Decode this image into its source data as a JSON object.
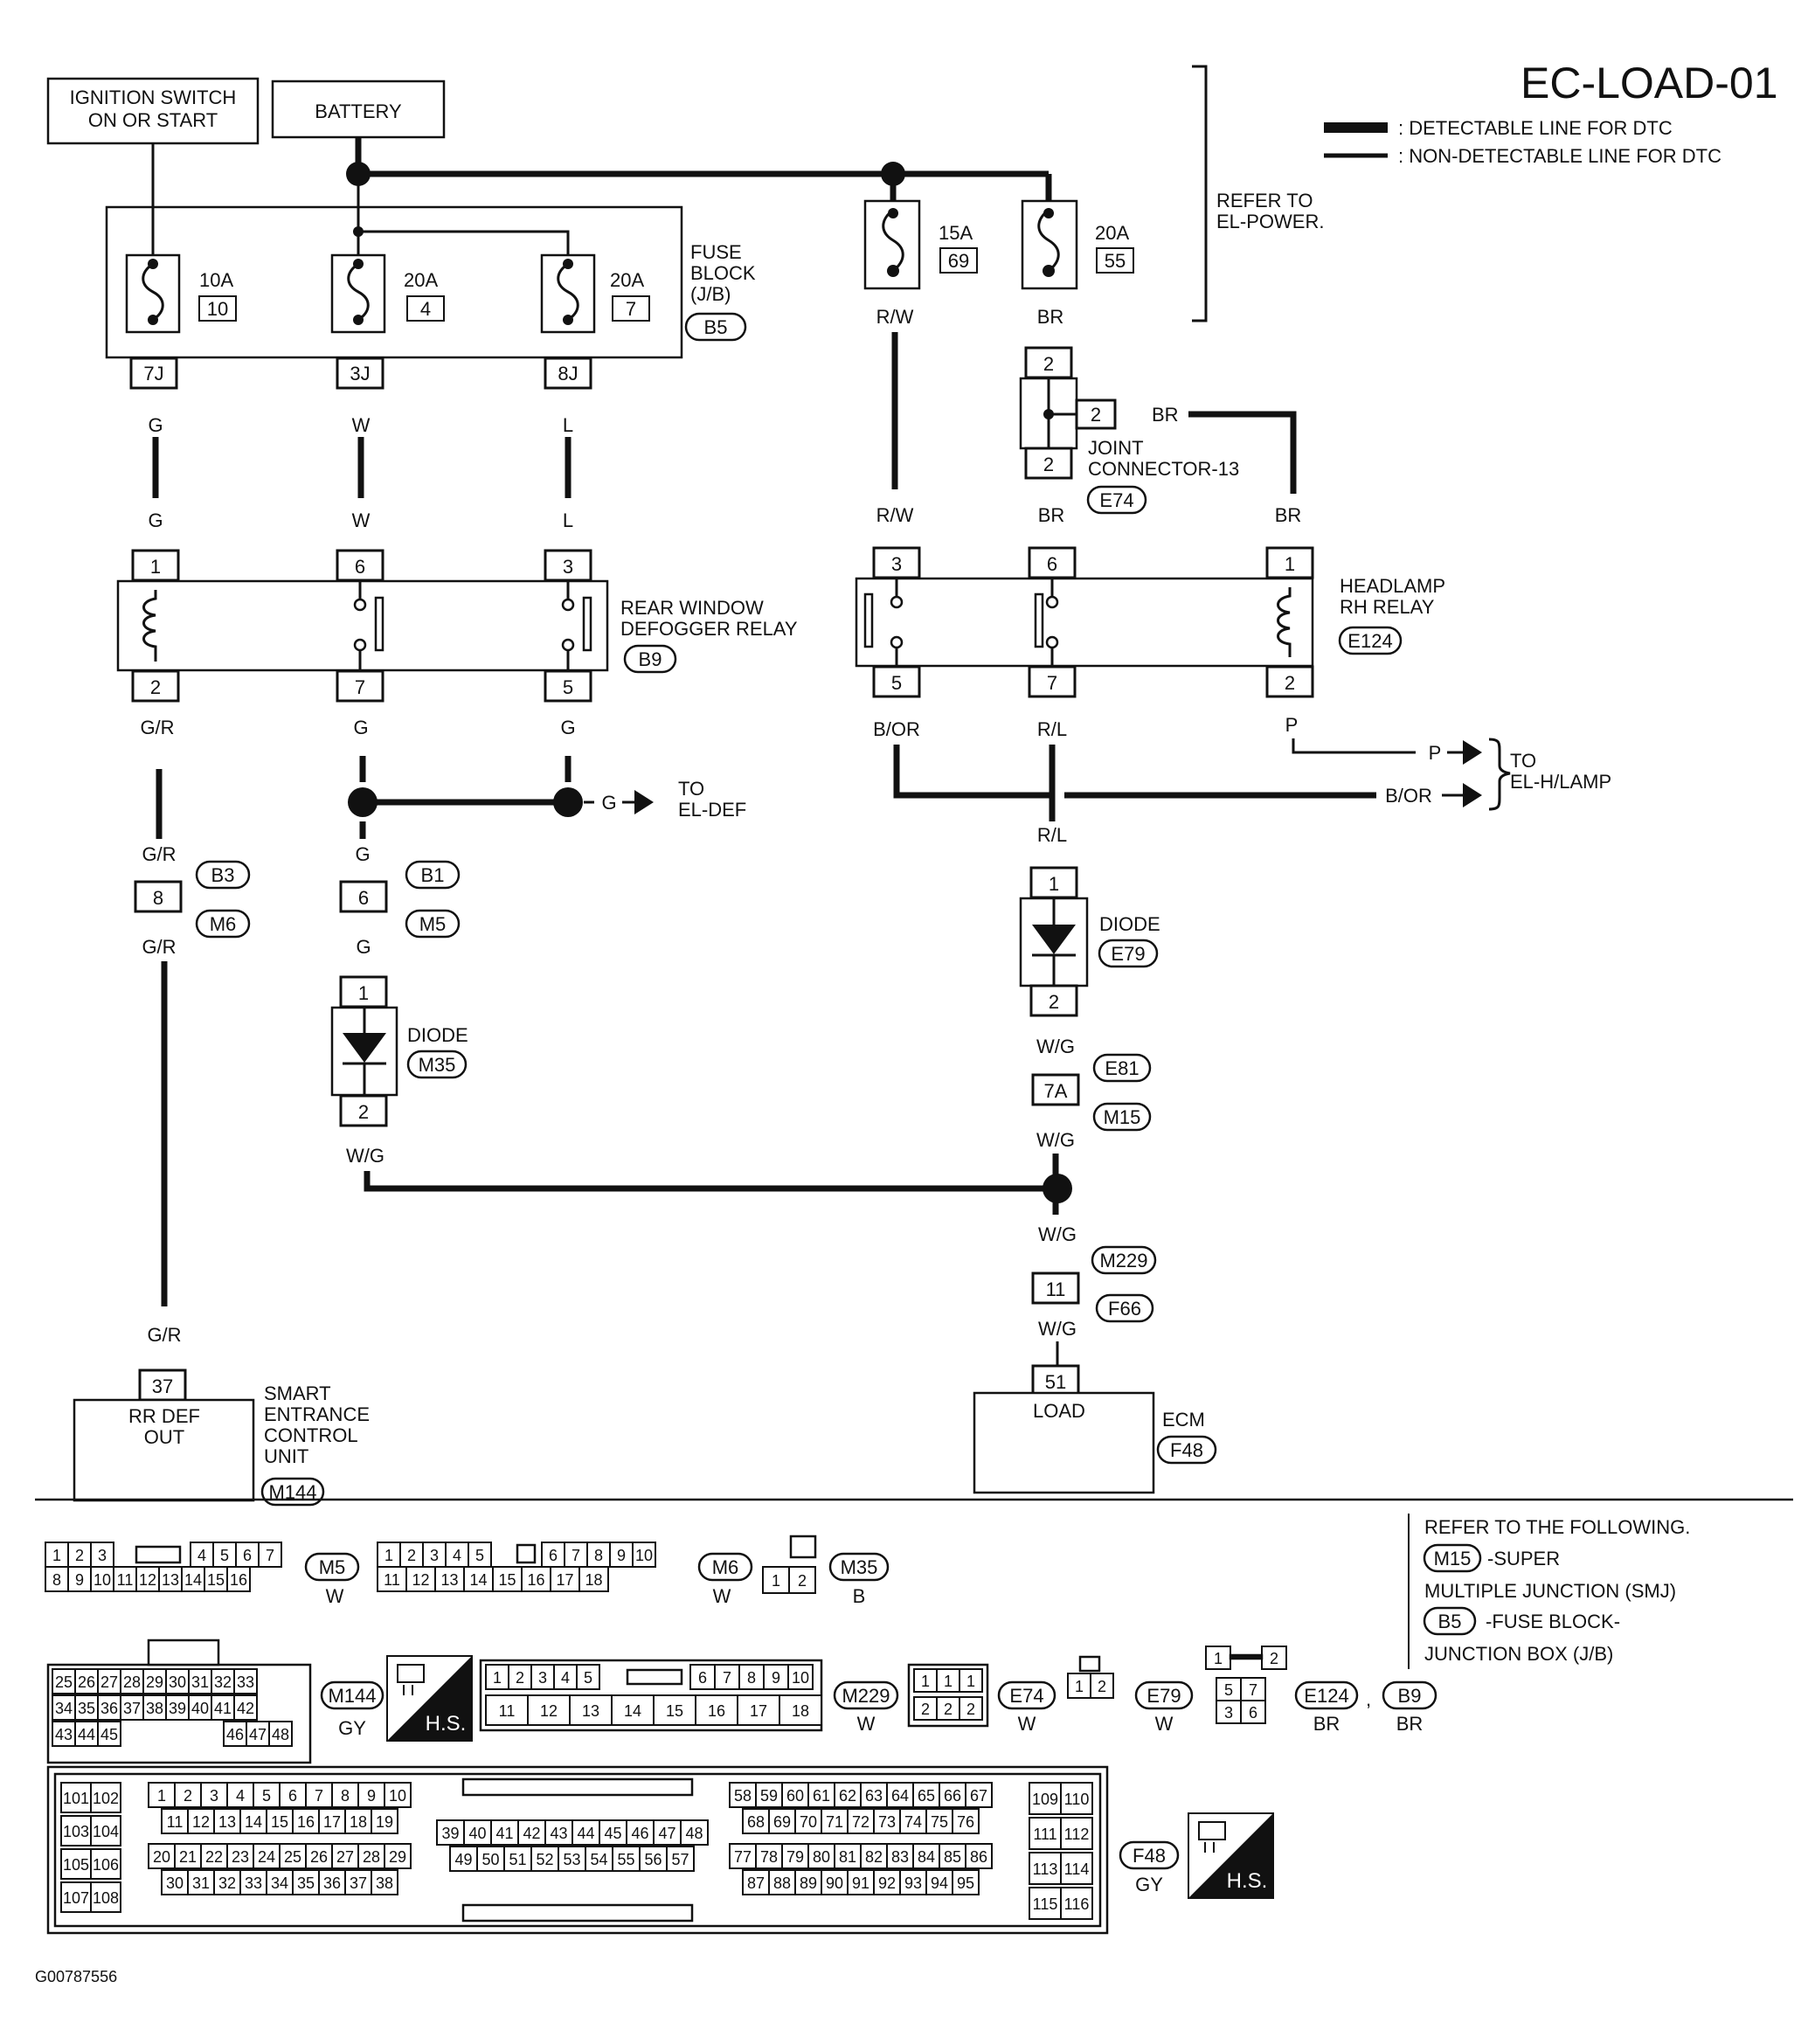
{
  "title": "EC-LOAD-01",
  "legend": {
    "detectable": ": DETECTABLE LINE FOR DTC",
    "non_detectable": ": NON-DETECTABLE LINE FOR DTC"
  },
  "refer_power": [
    "REFER TO",
    "EL-POWER."
  ],
  "sources": {
    "ignition": [
      "IGNITION SWITCH",
      "ON OR START"
    ],
    "battery": "BATTERY"
  },
  "fuse_block": {
    "label": [
      "FUSE",
      "BLOCK",
      "(J/B)"
    ],
    "code": "B5",
    "fuses": [
      {
        "amp": "10A",
        "num": "10",
        "term": "7J",
        "wire": "G"
      },
      {
        "amp": "20A",
        "num": "4",
        "term": "3J",
        "wire": "W"
      },
      {
        "amp": "20A",
        "num": "7",
        "term": "8J",
        "wire": "L"
      }
    ]
  },
  "engine_fuses": [
    {
      "amp": "15A",
      "num": "69",
      "wire": "R/W"
    },
    {
      "amp": "20A",
      "num": "55",
      "wire": "BR"
    }
  ],
  "joint_connector": {
    "label": [
      "JOINT",
      "CONNECTOR-13"
    ],
    "code": "E74",
    "pins": [
      "2",
      "2",
      "2"
    ],
    "wire": "BR"
  },
  "rear_relay": {
    "label": [
      "REAR WINDOW",
      "DEFOGGER RELAY"
    ],
    "code": "B9",
    "top_pins": [
      "1",
      "6",
      "3"
    ],
    "bottom_pins": [
      "2",
      "7",
      "5"
    ],
    "in_wires": [
      "G",
      "W",
      "L"
    ],
    "out_wires": [
      "G/R",
      "G",
      "G"
    ]
  },
  "headlamp_relay": {
    "label": [
      "HEADLAMP",
      "RH RELAY"
    ],
    "code": "E124",
    "top_pins": [
      "3",
      "6",
      "1"
    ],
    "bottom_pins": [
      "5",
      "7",
      "2"
    ],
    "in_wires": [
      "R/W",
      "BR",
      "BR"
    ],
    "out_wires": [
      "B/OR",
      "R/L",
      "P"
    ]
  },
  "to_el_def": {
    "wire": "G",
    "label": [
      "TO",
      "EL-DEF"
    ]
  },
  "to_el_hlamp": {
    "wires": [
      "P",
      "B/OR"
    ],
    "label": [
      "TO",
      "EL-H/LAMP"
    ]
  },
  "left_chain": {
    "wire_a": "G/R",
    "pin": "8",
    "code_top": "B3",
    "code_bottom": "M6",
    "wire_b": "G/R",
    "wire_end": "G/R",
    "pin_end": "37"
  },
  "mid_chain": {
    "wire_a": "G",
    "pin": "6",
    "code_top": "B1",
    "code_bottom": "M5",
    "wire_b": "G",
    "diode_label": "DIODE",
    "diode_code": "M35",
    "diode_pins": [
      "1",
      "2"
    ],
    "wire_c": "W/G"
  },
  "right_chain": {
    "wire_a": "R/L",
    "diode_label": "DIODE",
    "diode_code": "E79",
    "diode_pins": [
      "1",
      "2"
    ],
    "wire_b": "W/G",
    "pin": "7A",
    "code_top": "E81",
    "code_bottom": "M15",
    "wire_c": "W/G",
    "wire_d": "W/G",
    "pin2": "11",
    "code2_top": "M229",
    "code2_bottom": "F66",
    "wire_e": "W/G",
    "pin_end": "51"
  },
  "smart_unit": {
    "inner": [
      "RR DEF",
      "OUT"
    ],
    "label": [
      "SMART",
      "ENTRANCE",
      "CONTROL",
      "UNIT"
    ],
    "code": "M144"
  },
  "ecm": {
    "inner": "LOAD",
    "label": "ECM",
    "code": "F48"
  },
  "refer_following": {
    "line1": "REFER TO THE FOLLOWING.",
    "m15_code": "M15",
    "m15_text": "-SUPER",
    "line3": "MULTIPLE JUNCTION (SMJ)",
    "b5_code": "B5",
    "b5_text": "-FUSE BLOCK-",
    "line5": "JUNCTION BOX (J/B)"
  },
  "connectors": {
    "m5": {
      "code": "M5",
      "color": "W",
      "row1": [
        "1",
        "2",
        "3",
        "4",
        "5",
        "6",
        "7"
      ],
      "row2": [
        "8",
        "9",
        "10",
        "11",
        "12",
        "13",
        "14",
        "15",
        "16"
      ]
    },
    "m6": {
      "code": "M6",
      "color": "W",
      "row1": [
        "1",
        "2",
        "3",
        "4",
        "5",
        "6",
        "7",
        "8",
        "9",
        "10"
      ],
      "row2": [
        "11",
        "12",
        "13",
        "14",
        "15",
        "16",
        "17",
        "18"
      ]
    },
    "m35": {
      "code": "M35",
      "color": "B",
      "pins": [
        "1",
        "2"
      ]
    },
    "m144": {
      "code": "M144",
      "color": "GY",
      "row1": [
        "25",
        "26",
        "27",
        "28",
        "29",
        "30",
        "31",
        "32",
        "33"
      ],
      "row2": [
        "34",
        "35",
        "36",
        "37",
        "38",
        "39",
        "40",
        "41",
        "42"
      ],
      "row3": [
        "43",
        "44",
        "45",
        "46",
        "47",
        "48"
      ]
    },
    "m229": {
      "code": "M229",
      "color": "W",
      "row1": [
        "1",
        "2",
        "3",
        "4",
        "5",
        "6",
        "7",
        "8",
        "9",
        "10"
      ],
      "row2": [
        "11",
        "12",
        "13",
        "14",
        "15",
        "16",
        "17",
        "18"
      ]
    },
    "e74": {
      "code": "E74",
      "color": "W",
      "row1": [
        "1",
        "1",
        "1"
      ],
      "row2": [
        "2",
        "2",
        "2"
      ]
    },
    "e79": {
      "code": "E79",
      "color": "W",
      "pins": [
        "1",
        "2"
      ]
    },
    "e124": {
      "code": "E124",
      "color": "BR",
      "pins": [
        "1",
        "2",
        "5",
        "7",
        "3",
        "6"
      ]
    },
    "b9": {
      "code": "B9",
      "color": "BR"
    },
    "f48": {
      "code": "F48",
      "color": "GY",
      "left": [
        "101",
        "102",
        "103",
        "104",
        "105",
        "106",
        "107",
        "108"
      ],
      "a1": [
        "1",
        "2",
        "3",
        "4",
        "5",
        "6",
        "7",
        "8",
        "9",
        "10"
      ],
      "a2": [
        "11",
        "12",
        "13",
        "14",
        "15",
        "16",
        "17",
        "18",
        "19"
      ],
      "a3": [
        "20",
        "21",
        "22",
        "23",
        "24",
        "25",
        "26",
        "27",
        "28",
        "29"
      ],
      "a4": [
        "30",
        "31",
        "32",
        "33",
        "34",
        "35",
        "36",
        "37",
        "38"
      ],
      "b1": [
        "39",
        "40",
        "41",
        "42",
        "43",
        "44",
        "45",
        "46",
        "47",
        "48"
      ],
      "b2": [
        "49",
        "50",
        "51",
        "52",
        "53",
        "54",
        "55",
        "56",
        "57"
      ],
      "c1": [
        "58",
        "59",
        "60",
        "61",
        "62",
        "63",
        "64",
        "65",
        "66",
        "67"
      ],
      "c2": [
        "68",
        "69",
        "70",
        "71",
        "72",
        "73",
        "74",
        "75",
        "76"
      ],
      "c3": [
        "77",
        "78",
        "79",
        "80",
        "81",
        "82",
        "83",
        "84",
        "85",
        "86"
      ],
      "c4": [
        "87",
        "88",
        "89",
        "90",
        "91",
        "92",
        "93",
        "94",
        "95"
      ],
      "right": [
        "109",
        "110",
        "111",
        "112",
        "113",
        "114",
        "115",
        "116"
      ]
    },
    "hs": "H.S."
  },
  "footer_code": "G00787556"
}
